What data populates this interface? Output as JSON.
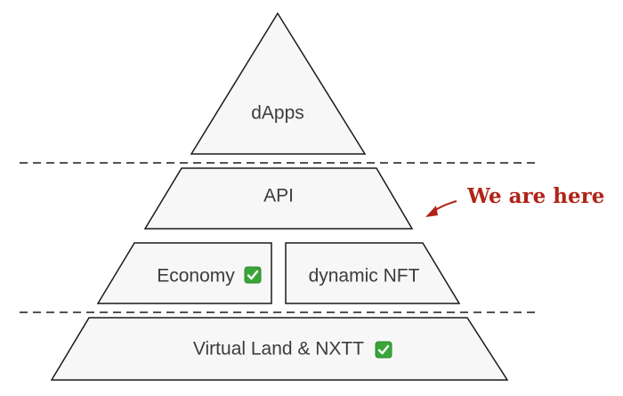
{
  "layers": {
    "dapps": {
      "label": "dApps"
    },
    "api": {
      "label": "API"
    },
    "economy": {
      "label": "Economy",
      "done": true
    },
    "dynamic_nft": {
      "label": "dynamic NFT"
    },
    "virtual_land": {
      "label": "Virtual Land & NXTT",
      "done": true
    }
  },
  "callout": {
    "text": "We are here",
    "points_to": "api"
  },
  "colors": {
    "callout": "#b02418",
    "check": "#3aa53a",
    "shape_fill": "#f7f7f7"
  }
}
